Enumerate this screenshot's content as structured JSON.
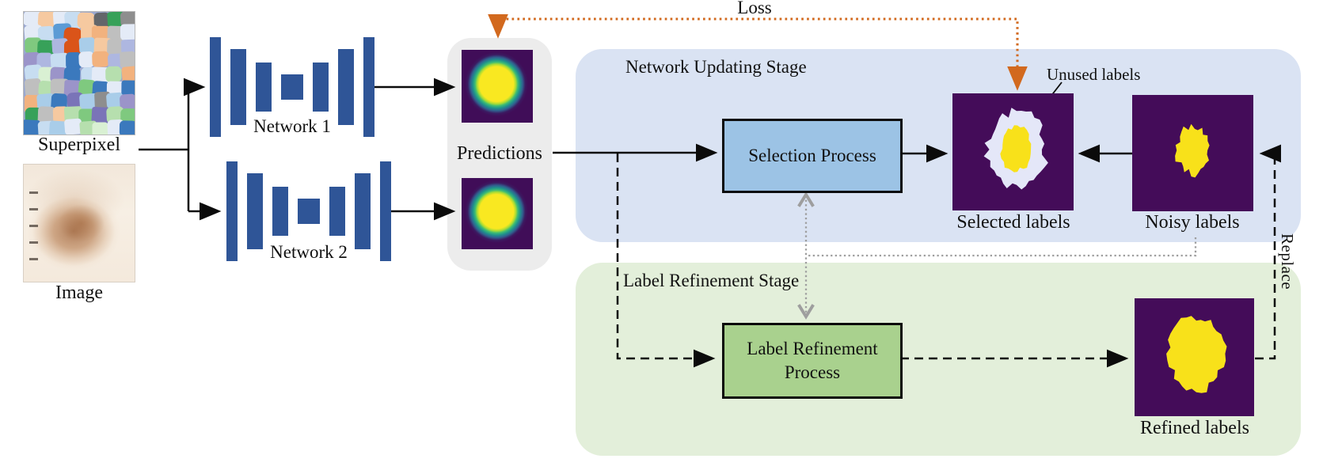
{
  "labels": {
    "superpixel": "Superpixel",
    "image": "Image",
    "network1": "Network 1",
    "network2": "Network 2",
    "predictions": "Predictions",
    "loss": "Loss",
    "network_updating_stage": "Network Updating Stage",
    "selection_process": "Selection Process",
    "unused_labels": "Unused labels",
    "selected_labels": "Selected labels",
    "noisy_labels": "Noisy labels",
    "label_refinement_stage": "Label Refinement Stage",
    "label_refinement_process": "Label Refinement Process",
    "refined_labels": "Refined labels",
    "replace": "Replace"
  },
  "colors": {
    "stage_blue": "#dae3f3",
    "stage_green": "#e3efda",
    "predictions_panel_gray": "#ececec",
    "selection_box_blue": "#9cc3e5",
    "refinement_box_green": "#a9d18e",
    "unet_bar_blue": "#2f5597",
    "loss_arrow_orange": "#d2691e",
    "connector_gray": "#9e9e9e",
    "label_map_purple": "#440c59",
    "label_map_yellow": "#f8e11a",
    "unused_region_lavender": "#e4e7f8",
    "superpixel_palette": [
      "#f2b27e",
      "#aeb7e0",
      "#7a74b8",
      "#9b94c9",
      "#8e8e8e",
      "#bfbfbf",
      "#63666a",
      "#3b79bd",
      "#a9cde9",
      "#c7ddf1",
      "#37a159",
      "#7fc97f",
      "#b6dfae",
      "#d9f0d3",
      "#da5419",
      "#e4ebf7",
      "#f6c9a0",
      "#5b9bd5"
    ]
  },
  "connections": [
    {
      "from": "Superpixel / Image",
      "to": "Network 1",
      "style": "solid"
    },
    {
      "from": "Superpixel / Image",
      "to": "Network 2",
      "style": "solid"
    },
    {
      "from": "Network 1",
      "to": "Predictions",
      "style": "solid"
    },
    {
      "from": "Network 2",
      "to": "Predictions",
      "style": "solid"
    },
    {
      "from": "Predictions",
      "to": "Selection Process",
      "style": "solid"
    },
    {
      "from": "Predictions",
      "to": "Label Refinement Process",
      "style": "dashed"
    },
    {
      "from": "Selection Process",
      "to": "Selected labels",
      "style": "solid"
    },
    {
      "from": "Noisy labels",
      "to": "Selected labels",
      "style": "solid"
    },
    {
      "from": "Selected labels",
      "to": "Predictions",
      "label": "Loss",
      "style": "dotted-orange"
    },
    {
      "from": "Noisy labels",
      "to": "Selection Process",
      "style": "dotted-gray"
    },
    {
      "from": "Noisy labels",
      "to": "Label Refinement Process",
      "style": "dotted-gray"
    },
    {
      "from": "Label Refinement Process",
      "to": "Refined labels",
      "style": "dashed"
    },
    {
      "from": "Refined labels",
      "to": "Noisy labels",
      "label": "Replace",
      "style": "dashed"
    }
  ]
}
